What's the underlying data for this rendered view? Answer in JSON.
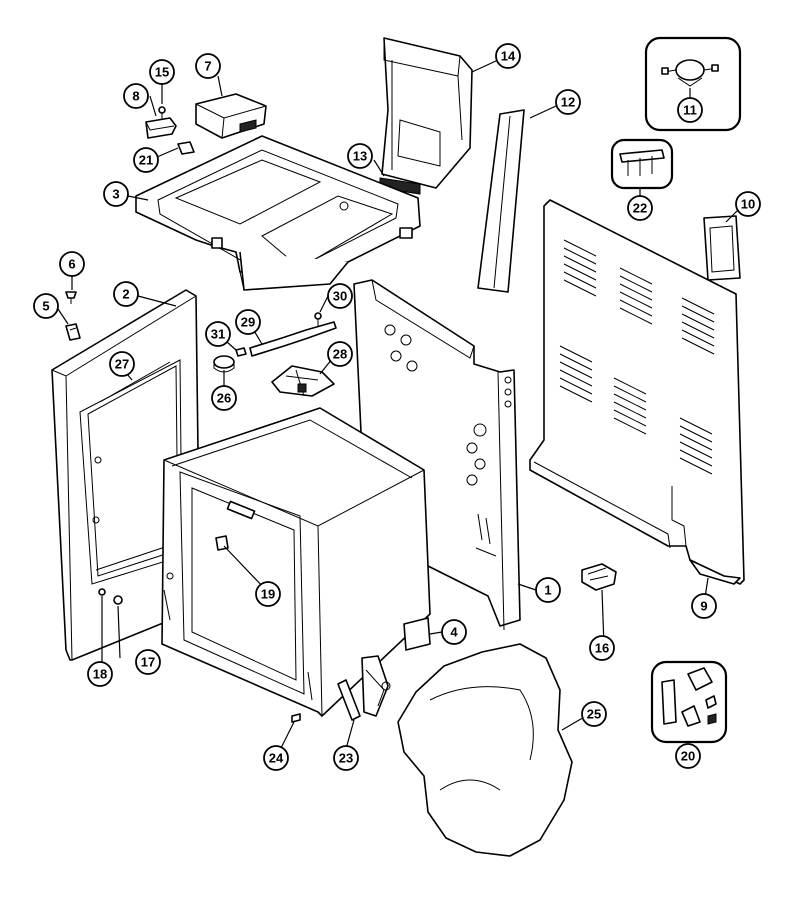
{
  "parts": [
    {
      "id": "1",
      "label": "1"
    },
    {
      "id": "2",
      "label": "2"
    },
    {
      "id": "3",
      "label": "3"
    },
    {
      "id": "4",
      "label": "4"
    },
    {
      "id": "5",
      "label": "5"
    },
    {
      "id": "6",
      "label": "6"
    },
    {
      "id": "7",
      "label": "7"
    },
    {
      "id": "8",
      "label": "8"
    },
    {
      "id": "9",
      "label": "9"
    },
    {
      "id": "10",
      "label": "10"
    },
    {
      "id": "11",
      "label": "11"
    },
    {
      "id": "12",
      "label": "12"
    },
    {
      "id": "13",
      "label": "13"
    },
    {
      "id": "14",
      "label": "14"
    },
    {
      "id": "15",
      "label": "15"
    },
    {
      "id": "16",
      "label": "16"
    },
    {
      "id": "17",
      "label": "17"
    },
    {
      "id": "18",
      "label": "18"
    },
    {
      "id": "19",
      "label": "19"
    },
    {
      "id": "20",
      "label": "20"
    },
    {
      "id": "21",
      "label": "21"
    },
    {
      "id": "22",
      "label": "22"
    },
    {
      "id": "23",
      "label": "23"
    },
    {
      "id": "24",
      "label": "24"
    },
    {
      "id": "25",
      "label": "25"
    },
    {
      "id": "26",
      "label": "26"
    },
    {
      "id": "27",
      "label": "27"
    },
    {
      "id": "28",
      "label": "28"
    },
    {
      "id": "29",
      "label": "29"
    },
    {
      "id": "30",
      "label": "30"
    },
    {
      "id": "31",
      "label": "31"
    }
  ]
}
